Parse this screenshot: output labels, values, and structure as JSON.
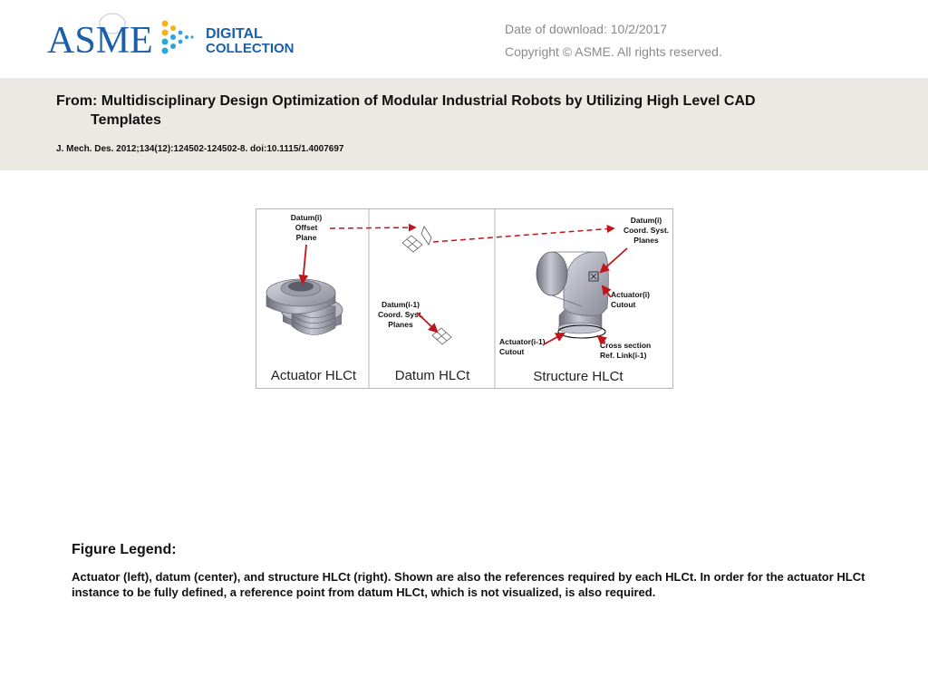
{
  "header": {
    "logo": {
      "wordmark": "ASME",
      "collection_line1": "DIGITAL",
      "collection_line2": "COLLECTION",
      "colors": {
        "blue": "#1b5fa8",
        "yellow": "#f5b31a",
        "cyan": "#2aa6df"
      }
    },
    "download_date": "Date of download:  10/2/2017",
    "copyright": "Copyright © ASME. All rights reserved."
  },
  "article": {
    "title_line1": "From: Multidisciplinary Design Optimization of Modular Industrial Robots by Utilizing High Level CAD",
    "title_line2": "Templates",
    "citation": "J. Mech. Des. 2012;134(12):124502-124502-8. doi:10.1115/1.4007697"
  },
  "figure": {
    "panels": {
      "left": {
        "caption": "Actuator HLCt",
        "label_line1": "Datum(i)",
        "label_line2": "Offset",
        "label_line3": "Plane"
      },
      "center": {
        "caption": "Datum HLCt",
        "label_line1": "Datum(i-1)",
        "label_line2": "Coord. Syst.",
        "label_line3": "Planes"
      },
      "right": {
        "caption": "Structure HLCt",
        "datum_line1": "Datum(i)",
        "datum_line2": "Coord. Syst.",
        "datum_line3": "Planes",
        "actuator_i_line1": "Actuator(i)",
        "actuator_i_line2": "Cutout",
        "actuator_prev_line1": "Actuator(i-1)",
        "actuator_prev_line2": "Cutout",
        "cross_line1": "Cross section",
        "cross_line2": "Ref. Link(i-1)"
      }
    },
    "colors": {
      "arrow": "#c0161b",
      "border": "#b5b5b5",
      "metal": "#9a9aa6"
    }
  },
  "legend": {
    "heading": "Figure Legend:",
    "text": "Actuator (left), datum (center), and structure HLCt (right). Shown are also the references required by each HLCt. In order for the actuator HLCt instance to be fully defined, a reference point from datum HLCt, which is not visualized, is also required."
  }
}
